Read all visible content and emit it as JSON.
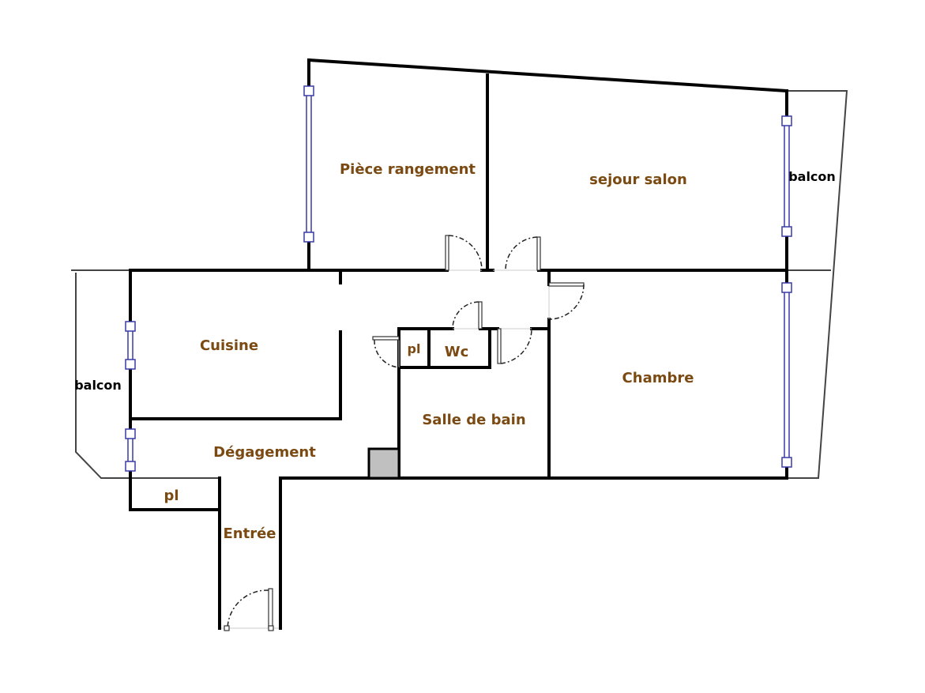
{
  "rooms": {
    "piece_rangement": "Pièce rangement",
    "sejour_salon": "sejour salon",
    "balcon_right": "balcon",
    "cuisine": "Cuisine",
    "balcon_left": "balcon",
    "pl_small": "pl",
    "wc": "Wc",
    "chambre": "Chambre",
    "salle_de_bain": "Salle de bain",
    "degagement": "Dégagement",
    "pl_entree": "pl",
    "entree": "Entrée"
  },
  "colors": {
    "label": "#7a4a12",
    "window": "#3a3aa8",
    "wall": "#000000",
    "duct": "#c0c0c0"
  }
}
